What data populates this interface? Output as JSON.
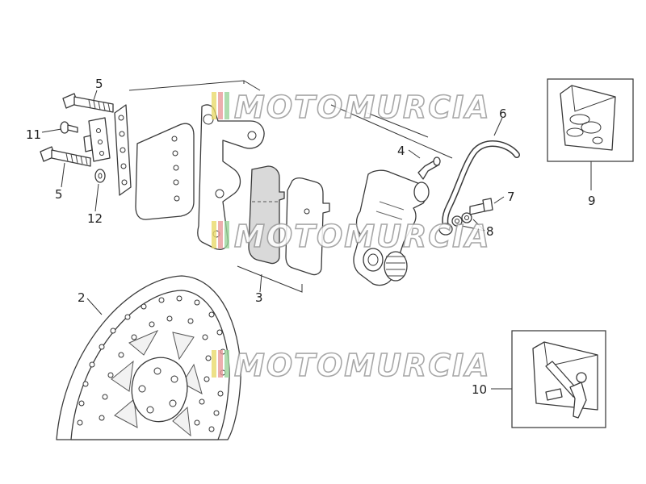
{
  "watermark": {
    "text": "MOTOMURCIA"
  },
  "callouts": {
    "c1": "5",
    "c2": "11",
    "c3": "5",
    "c4": "12",
    "c5": "2",
    "c6": "3",
    "c7": "4",
    "c8": "6",
    "c9": "7",
    "c10": "8",
    "c11": "9",
    "c12": "10"
  }
}
